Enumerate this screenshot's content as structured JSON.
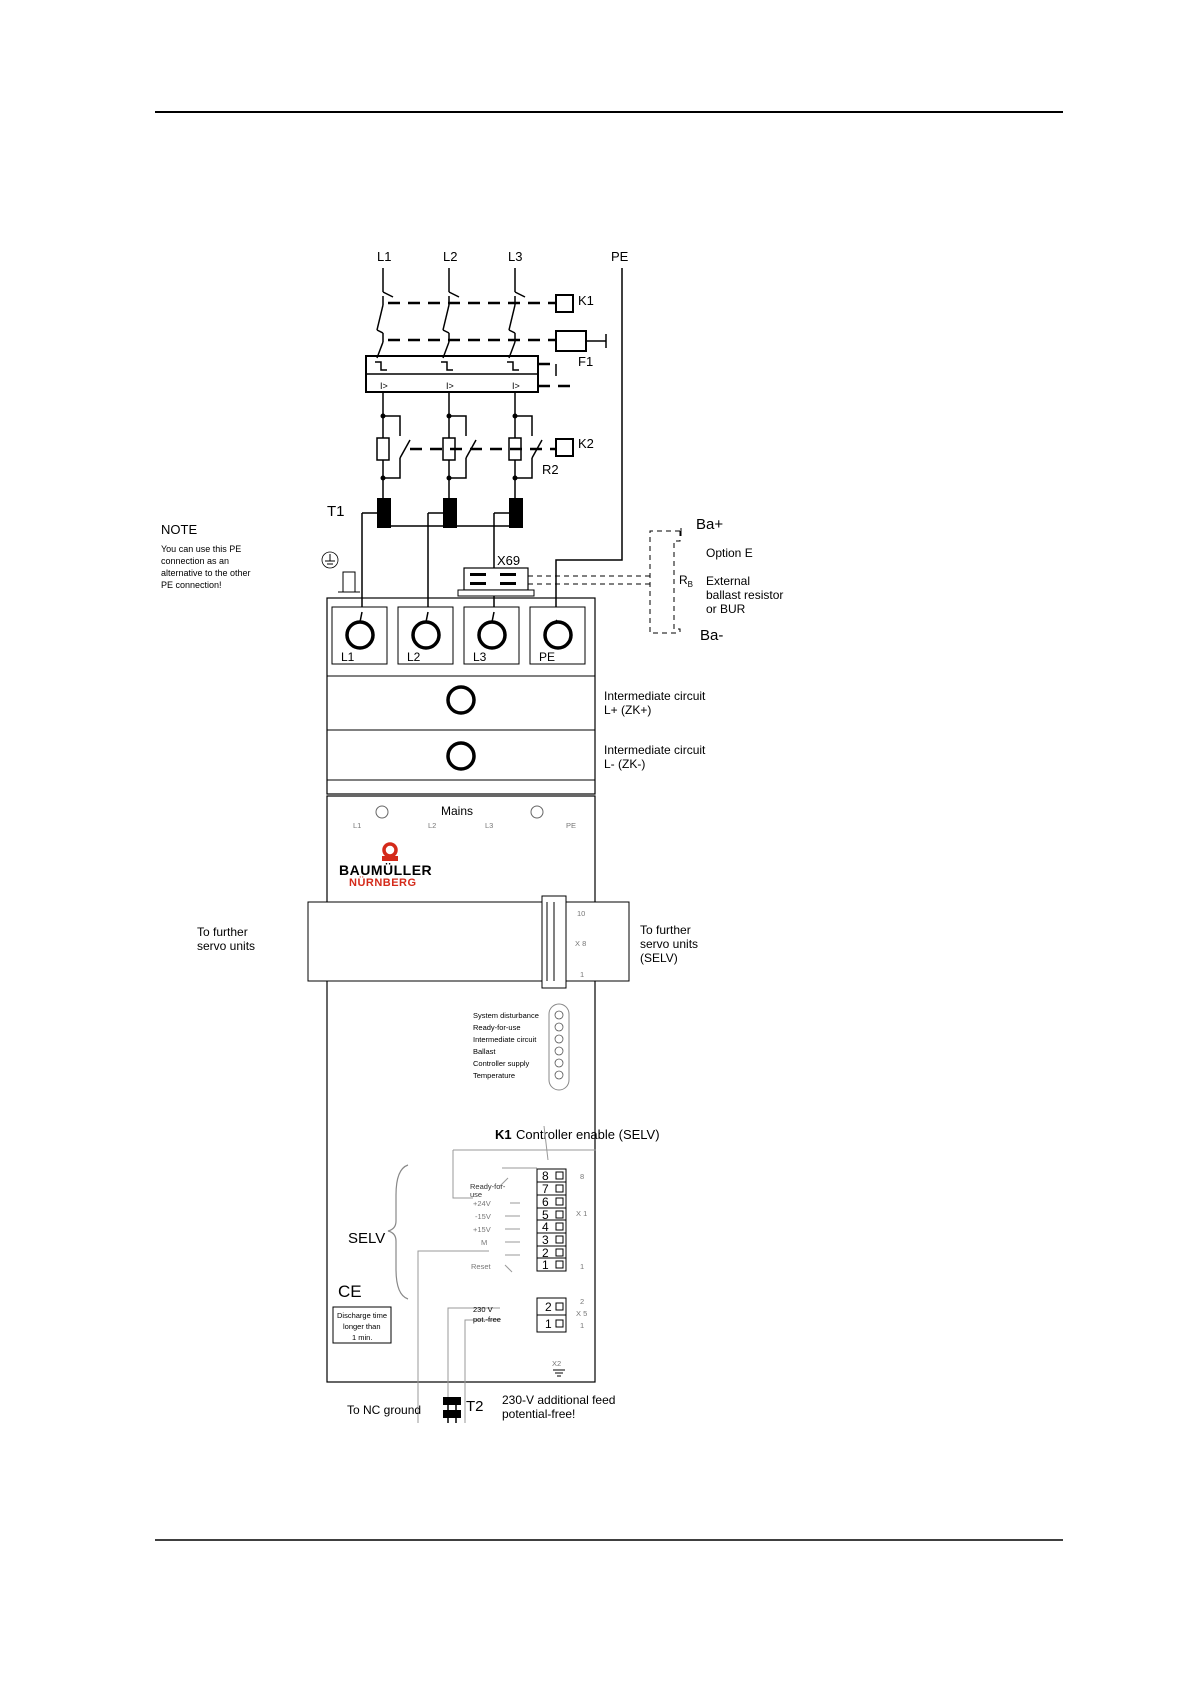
{
  "supply": {
    "phase_labels": [
      "L1",
      "L2",
      "L3"
    ],
    "pe_label": "PE",
    "k1_label": "K1",
    "f1_label": "F1",
    "overcurrent_labels": [
      "I>",
      "I>",
      "I>"
    ],
    "k2_label": "K2",
    "r2_label": "R2",
    "t1_label": "T1",
    "x69_label": "X69"
  },
  "note": {
    "title": "NOTE",
    "lines": [
      "You can use this PE",
      "connection as an",
      "alternative to the other",
      "PE connection!"
    ]
  },
  "ballast": {
    "ba_plus": "Ba+",
    "ba_minus": "Ba-",
    "option": "Option E",
    "resistor_symbol": "R",
    "resistor_subscript": "B",
    "desc_lines": [
      "External",
      "ballast resistor",
      "or BUR"
    ]
  },
  "terminals": [
    "L1",
    "L2",
    "L3",
    "PE"
  ],
  "intermediate": {
    "plus_lines": [
      "Intermediate circuit",
      "L+ (ZK+)"
    ],
    "minus_lines": [
      "Intermediate circuit",
      "L- (ZK-)"
    ]
  },
  "front": {
    "mains_label": "Mains",
    "mains_terms": [
      "L1",
      "L2",
      "L3",
      "PE"
    ],
    "brand_line1": "BAUMÜLLER",
    "brand_line2": "NÜRNBERG",
    "brand_color": "#d42a1a",
    "led_labels": [
      "System disturbance",
      "Ready-for-use",
      "Intermediate circuit",
      "Ballast",
      "Controller supply",
      "Temperature"
    ],
    "ce_mark": "CE",
    "discharge_lines": [
      "Discharge time",
      "longer than",
      "1 min."
    ],
    "x2_label": "X2"
  },
  "x8": {
    "label": "X 8",
    "pin_top": "10",
    "pin_bottom": "1",
    "left_lines": [
      "To further",
      "servo units"
    ],
    "right_lines": [
      "To further",
      "servo units",
      "(SELV)"
    ]
  },
  "x1": {
    "k1_label": "K1",
    "controller_enable": "Controller enable (SELV)",
    "pins": [
      "8",
      "7",
      "6",
      "5",
      "4",
      "3",
      "2",
      "1"
    ],
    "pin_top": "8",
    "pin_bottom": "1",
    "label": "X 1",
    "signals": [
      "Ready-for-",
      "use",
      "+24V",
      "-15V",
      "+15V",
      "M",
      "Reset"
    ],
    "selv_label": "SELV"
  },
  "x5": {
    "pins": [
      "2",
      "1"
    ],
    "label": "X 5",
    "pin_top": "2",
    "pin_bottom": "1",
    "signal_lines": [
      "230 V",
      "pot.-free"
    ]
  },
  "bottom": {
    "nc_ground": "To NC ground",
    "t2_label": "T2",
    "feed_lines": [
      "230-V additional feed",
      "potential-free!"
    ]
  }
}
